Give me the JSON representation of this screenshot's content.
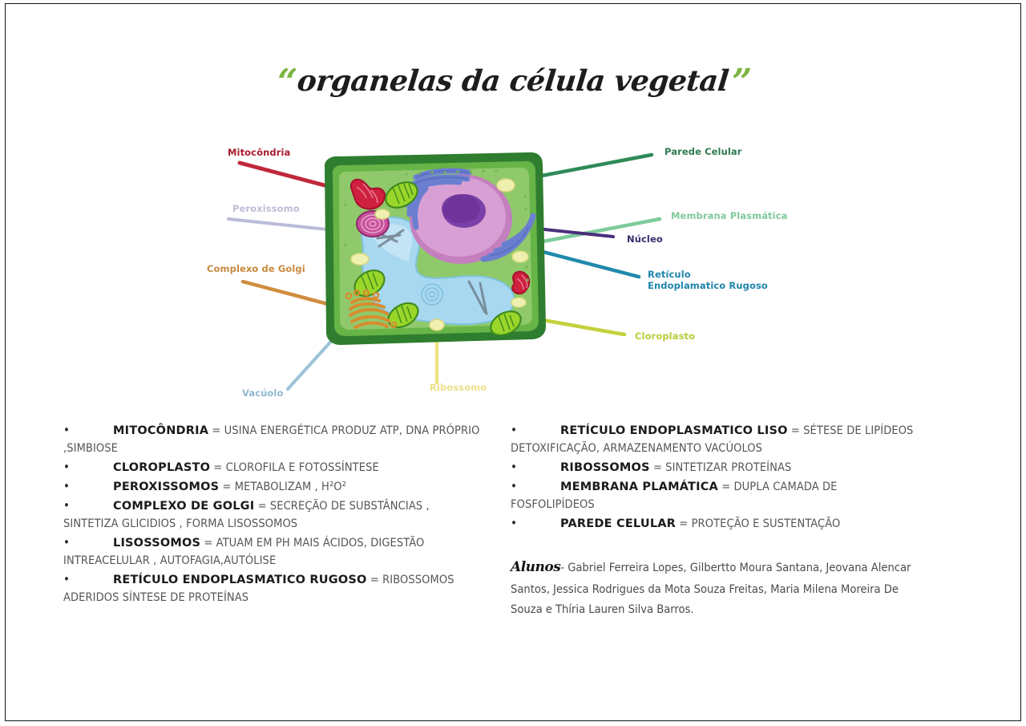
{
  "document": {
    "title": "organelas da célula vegetal",
    "title_quote_open": "“",
    "title_quote_close": "”",
    "title_accent_color": "#7cb342"
  },
  "diagram": {
    "name": "plant-cell-diagram",
    "labels": [
      {
        "id": "mitocondria",
        "text": "Mitocôndria",
        "color": "#a71b2e"
      },
      {
        "id": "peroxissomo",
        "text": "Peroxissomo",
        "color": "#bdbdd6"
      },
      {
        "id": "golgi",
        "text": "Complexo de Golgi",
        "color": "#c98a3f"
      },
      {
        "id": "vacuolo",
        "text": "Vacúolo",
        "color": "#8fb8cf"
      },
      {
        "id": "ribossomo",
        "text": "Ribossomo",
        "color": "#ece08a"
      },
      {
        "id": "parede",
        "text": "Parede Celular",
        "color": "#2f7a52"
      },
      {
        "id": "membrana",
        "text": "Membrana Plasmática",
        "color": "#7fc99a"
      },
      {
        "id": "nucleo",
        "text": "Núcleo",
        "color": "#3d2b6e"
      },
      {
        "id": "rer_line1",
        "text": "Retículo",
        "color": "#1f85ad"
      },
      {
        "id": "rer_line2",
        "text": "Endoplamatico Rugoso",
        "color": "#1f85ad"
      },
      {
        "id": "cloroplasto",
        "text": "Cloroplasto",
        "color": "#bccb3c"
      }
    ],
    "colors": {
      "cell_wall_outer": "#2f7d2f",
      "cell_wall_inner": "#67b447",
      "cytoplasm": "#8fc96b",
      "vacuole": "#a8d8f0",
      "nucleus_outer": "#d79fd4",
      "nucleus_inner": "#7a3fa8",
      "mitochondria": "#cf2040",
      "chloroplast": "#9ad62a",
      "golgi": "#d88d2e",
      "er": "#6b7fd0",
      "peroxisome": "#c8519b",
      "vesicle": "#eff0b0"
    }
  },
  "left_column": {
    "items": [
      {
        "term": "MITOCÔNDRIA",
        "desc": " = USINA ENERGÉTICA PRODUZ  ATP, DNA PRÓPRIO ,SIMBIOSE"
      },
      {
        "term": "CLOROPLASTO",
        "desc": " = CLOROFILA E FOTOSSÍNTESE"
      },
      {
        "term": "PEROXISSOMOS",
        "desc": "  = METABOLIZAM , H²O²"
      },
      {
        "term": "COMPLEXO DE GOLGI",
        "desc": " = SECREÇÃO DE SUBSTÂNCIAS , SINTETIZA GLICIDIOS , FORMA LISOSSOMOS"
      },
      {
        "term": "LISOSSOMOS",
        "desc": " = ATUAM EM PH MAIS ÁCIDOS, DIGESTÃO INTREACELULAR , AUTOFAGIA,AUTÓLISE"
      },
      {
        "term": "RETÍCULO ENDOPLASMATICO RUGOSO",
        "desc": " = RIBOSSOMOS ADERIDOS SÍNTESE DE PROTEÍNAS"
      }
    ]
  },
  "right_column": {
    "items": [
      {
        "term": "RETÍCULO ENDOPLASMATICO LISO",
        "desc": " = SÉTESE DE LIPÍDEOS DETOXIFICAÇÃO, ARMAZENAMENTO VACÚOLOS"
      },
      {
        "term": "RIBOSSOMOS",
        "desc": " = SINTETIZAR PROTEÍNAS"
      },
      {
        "term": "MEMBRANA PLAMÁTICA",
        "desc": " = DUPLA CAMADA DE FOSFOLIPÍDEOS"
      },
      {
        "term": "PAREDE CELULAR",
        "desc": " = PROTEÇÃO E SUSTENTAÇÃO"
      }
    ]
  },
  "students": {
    "label": "Alunos",
    "separator": "- ",
    "names": "Gabriel Ferreira Lopes, Gilbertto Moura Santana, Jeovana Alencar Santos, Jessica Rodrigues da Mota Souza Freitas, Maria Milena Moreira De Souza e Thíria Lauren Silva Barros."
  }
}
